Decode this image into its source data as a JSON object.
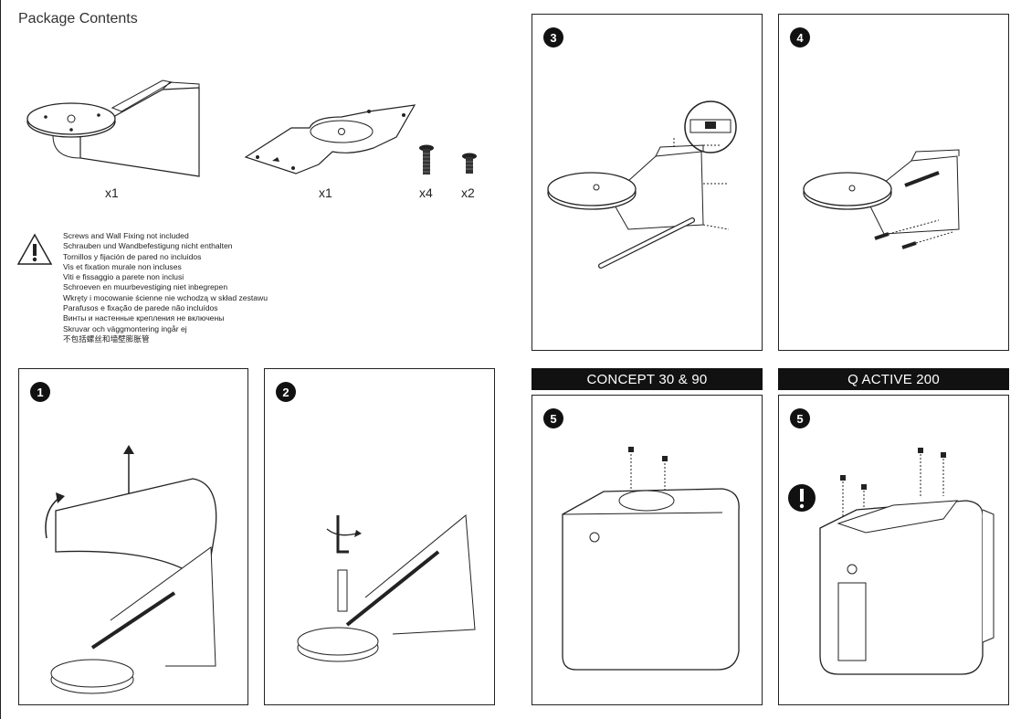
{
  "package": {
    "title": "Package Contents",
    "items": [
      {
        "qty": "x1",
        "icon": "wall-bracket-icon"
      },
      {
        "qty": "x1",
        "icon": "mounting-plate-icon"
      },
      {
        "qty": "x4",
        "icon": "long-screw-icon"
      },
      {
        "qty": "x2",
        "icon": "short-screw-icon"
      }
    ]
  },
  "notice": {
    "icon": "warning-icon",
    "lines": [
      "Screws and Wall Fixing not included",
      "Schrauben und Wandbefestigung nicht enthalten",
      "Tornillos y fijación de pared no incluidos",
      "Vis et fixation murale non incluses",
      "Viti e fissaggio a parete non inclusi",
      "Schroeven en muurbevestiging niet inbegrepen",
      "Wkręty i mocowanie ścienne nie wchodzą w skład zestawu",
      "Parafusos e fixação de parede não incluídos",
      "Винты и настенные крепления не включены",
      "Skruvar och väggmontering ingår ej",
      "不包括螺丝和墙壁膨胀管"
    ]
  },
  "steps": [
    {
      "number": "1"
    },
    {
      "number": "2"
    },
    {
      "number": "3"
    },
    {
      "number": "4"
    },
    {
      "number": "5",
      "header": "CONCEPT 30 & 90"
    },
    {
      "number": "5",
      "header": "Q ACTIVE 200"
    }
  ]
}
